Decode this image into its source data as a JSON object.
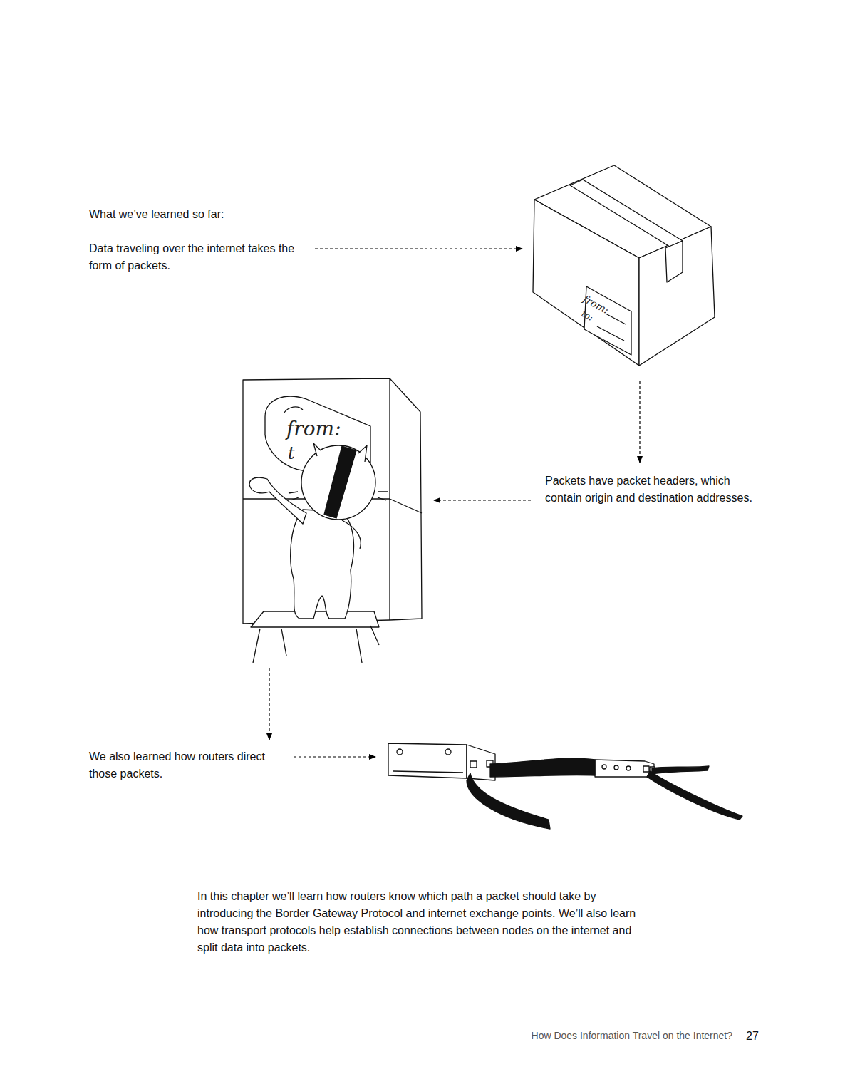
{
  "diagram": {
    "labels": [
      "What we’ve learned so far:",
      "Data traveling over the internet takes the form of packets.",
      "Packets have packet headers, which contain origin and destination addresses.",
      "We also learned how routers direct those packets.",
      "In this chapter we’ll learn how routers know which path a packet should take by introducing the Border Gateway Protocol and internet exchange points. We’ll also learn how transport protocols help establish connections between nodes on the internet and split data into packets.",
      "How Does Information Travel on the Internet?",
      "27",
      "from:",
      "to:",
      "from:",
      "t"
    ]
  }
}
